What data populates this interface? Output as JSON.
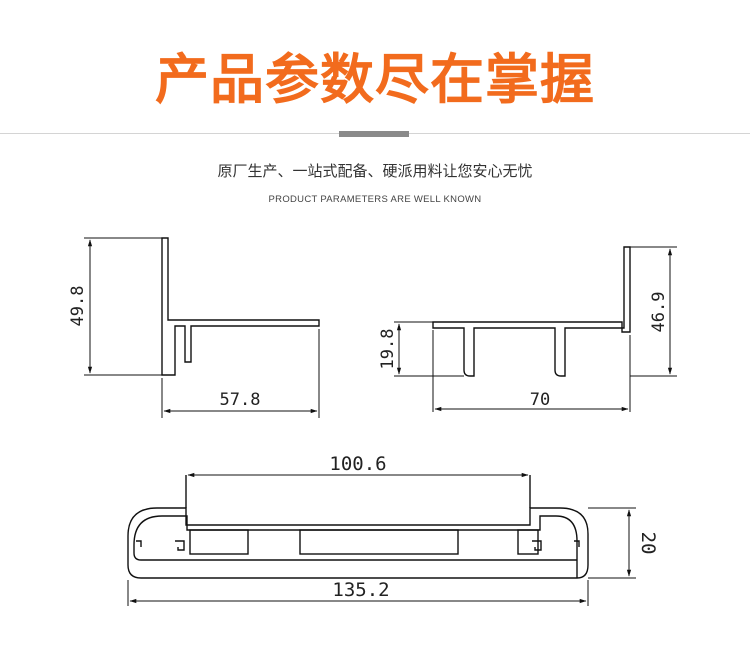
{
  "header": {
    "title": "产品参数尽在掌握",
    "subtitle_cn": "原厂生产、一站式配备、硬派用料让您安心无忧",
    "subtitle_en": "PRODUCT PARAMETERS ARE WELL KNOWN"
  },
  "colors": {
    "accent": "#f26b1d",
    "divider": "#8a8a8a",
    "line": "#111111"
  },
  "drawings": {
    "left_profile": {
      "height_dim": "49.8",
      "width_dim": "57.8"
    },
    "right_profile": {
      "inner_height_dim": "19.8",
      "outer_height_dim": "46.9",
      "width_dim": "70"
    },
    "bottom_profile": {
      "inner_width_dim": "100.6",
      "overall_width_dim": "135.2",
      "height_dim": "20"
    }
  }
}
